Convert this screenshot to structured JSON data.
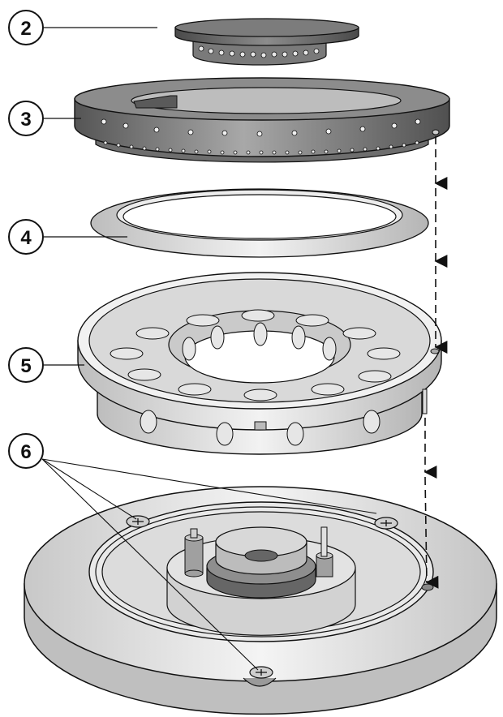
{
  "diagram": {
    "callouts": [
      {
        "id": "2",
        "label": "2"
      },
      {
        "id": "3",
        "label": "3"
      },
      {
        "id": "4",
        "label": "4"
      },
      {
        "id": "5",
        "label": "5"
      },
      {
        "id": "6",
        "label": "6"
      }
    ]
  },
  "colors": {
    "line": "#111111",
    "metal_dark": "#5c5c5c",
    "metal_mid": "#8a8a8a",
    "metal_light": "#cfcfcf",
    "base_light": "#e6e6e6"
  }
}
